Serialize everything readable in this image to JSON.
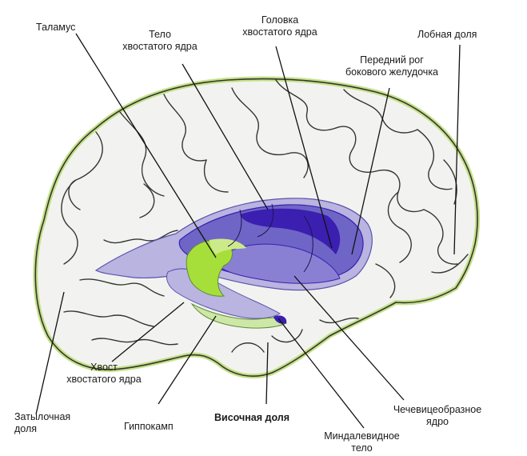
{
  "labels": {
    "thalamus": "Таламус",
    "caudate_body": "Тело\nхвостатого ядра",
    "caudate_head": "Головка\nхвостатого ядра",
    "frontal_lobe": "Лобная доля",
    "anterior_horn": "Передний рог\nбокового желудочка",
    "caudate_tail": "Хвост\nхвостатого ядра",
    "occipital_lobe": "Затылочная\nдоля",
    "hippocampus": "Гиппокамп",
    "temporal_lobe": "Височная доля",
    "amygdala": "Миндалевидное\nтело",
    "lentiform": "Чечевицеобразное\nядро"
  },
  "colors": {
    "cortex_fill": "#f2f3f0",
    "sulcus_shadow": "#c6e08a",
    "gyrus_line": "#33372f",
    "ventricle_light": "#b9b4e0",
    "ventricle_mid": "#6f65c6",
    "ventricle_dark": "#3a1fb0",
    "thalamus_green": "#a6df3a",
    "hippocampus_green": "#cde8a6",
    "leader": "#111111"
  }
}
